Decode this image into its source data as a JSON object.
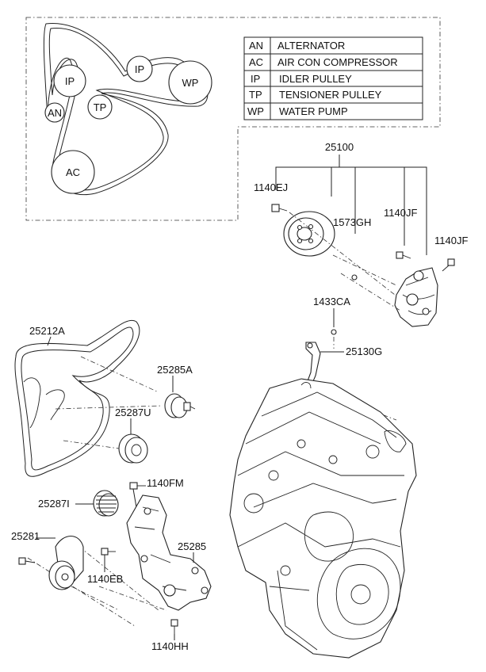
{
  "legend": [
    {
      "code": "AN",
      "name": "ALTERNATOR"
    },
    {
      "code": "AC",
      "name": "AIR CON COMPRESSOR"
    },
    {
      "code": "IP",
      "name": "IDLER PULLEY"
    },
    {
      "code": "TP",
      "name": "TENSIONER PULLEY"
    },
    {
      "code": "WP",
      "name": "WATER PUMP"
    }
  ],
  "pulleys": {
    "an": "AN",
    "ip_left": "IP",
    "ip_top": "IP",
    "wp": "WP",
    "tp": "TP",
    "ac": "AC"
  },
  "part_numbers": {
    "p25100": "25100",
    "p1140EJ": "1140EJ",
    "p1573GH": "1573GH",
    "p1140JF_a": "1140JF",
    "p1140JF_b": "1140JF",
    "p1433CA": "1433CA",
    "p25130G": "25130G",
    "p25212A": "25212A",
    "p25285A": "25285A",
    "p25287U": "25287U",
    "p1140FM": "1140FM",
    "p25287I": "25287I",
    "p25281": "25281",
    "p25285": "25285",
    "p1140EB": "1140EB",
    "p1140HH": "1140HH"
  }
}
